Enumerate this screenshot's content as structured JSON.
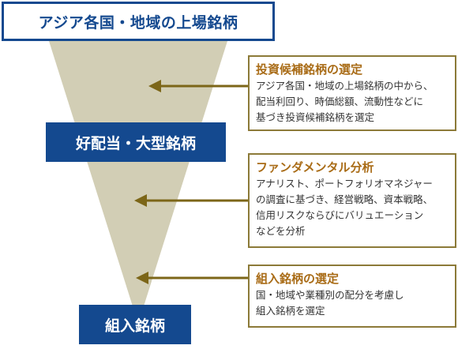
{
  "top_label": "アジア各国・地域の上場銘柄",
  "middle_label": "好配当・大型銘柄",
  "bottom_label": "組入銘柄",
  "colors": {
    "navy": "#14498f",
    "funnel": "#d2ceb5",
    "arrow": "#7c6618",
    "step_border": "#8c7a38",
    "step_title": "#a96c17"
  },
  "steps": [
    {
      "title": "投資候補銘柄の選定",
      "body": "アジア各国・地域の上場銘柄の中から、\n配当利回り、時価総額、流動性などに\n基づき投資候補銘柄を選定"
    },
    {
      "title": "ファンダメンタル分析",
      "body": "アナリスト、ポートフォリオマネジャー\nの調査に基づき、経営戦略、資本戦略、\n信用リスクならびにバリュエーション\nなどを分析"
    },
    {
      "title": "組入銘柄の選定",
      "body": "国・地域や業種別の配分を考慮し\n組入銘柄を選定"
    }
  ]
}
